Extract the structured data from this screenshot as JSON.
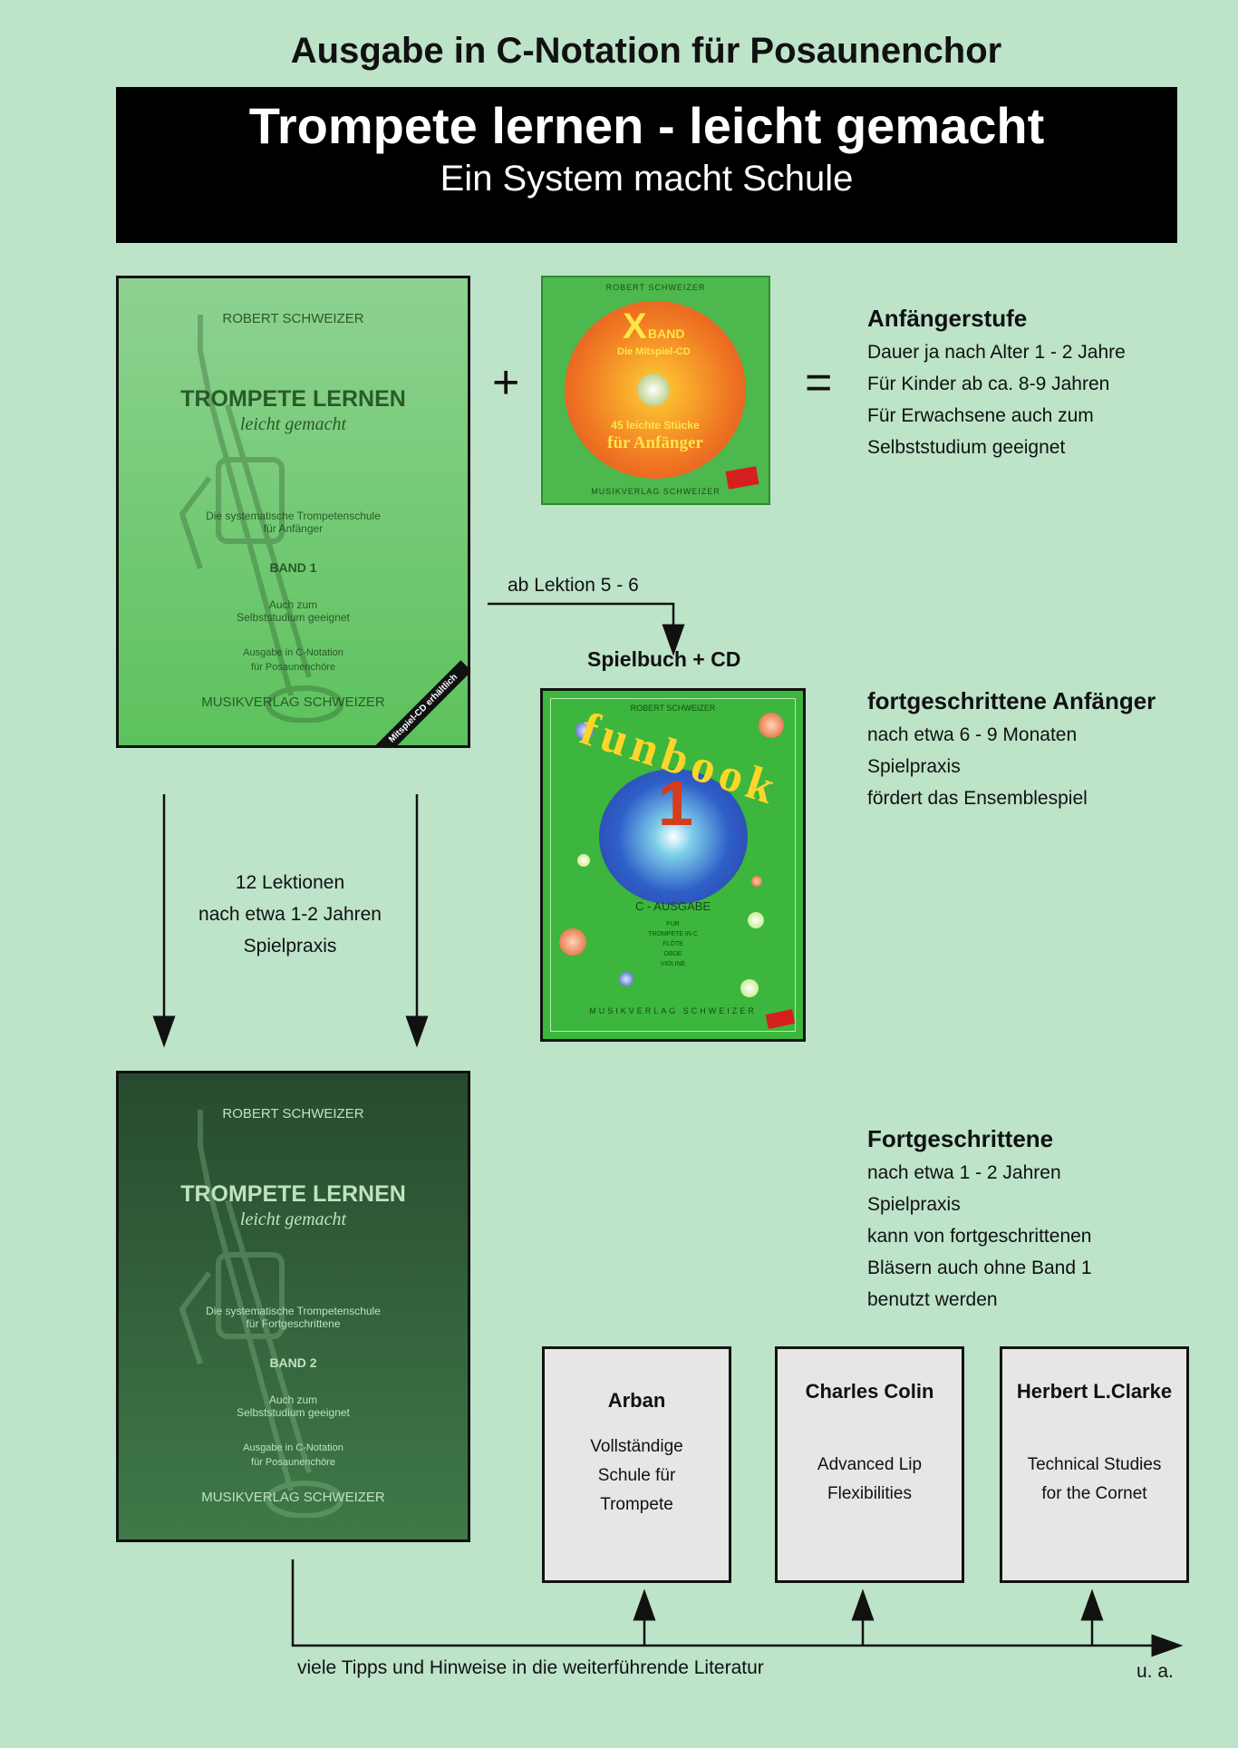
{
  "header": {
    "subtitle": "Ausgabe in C-Notation für Posaunenchor",
    "title": "Trompete lernen - leicht gemacht",
    "tagline": "Ein System macht Schule"
  },
  "book1": {
    "author": "ROBERT SCHWEIZER",
    "title": "TROMPETE LERNEN",
    "subtitle": "leicht gemacht",
    "description": "Die systematische Trompetenschule\nfür Anfänger",
    "band": "BAND 1",
    "note": "Auch zum\nSelbststudium geeignet",
    "edition": "Ausgabe in C-Notation\nfür Posaunenchöre",
    "publisher": "MUSIKVERLAG SCHWEIZER",
    "ribbon": "Mitspiel-CD erhältlich"
  },
  "operators": {
    "plus": "+",
    "equals": "="
  },
  "cd": {
    "author": "ROBERT SCHWEIZER",
    "brand_x": "X",
    "brand_band": "BAND",
    "line1": "Die Mitspiel-CD",
    "line2": "45 leichte Stücke",
    "line3": "für Anfänger",
    "publisher": "MUSIKVERLAG SCHWEIZER"
  },
  "stage1": {
    "heading": "Anfängerstufe",
    "lines": [
      "Dauer ja nach Alter 1 - 2 Jahre",
      "Für Kinder ab ca. 8-9 Jahren",
      "Für Erwachsene auch zum",
      "Selbststudium geeignet"
    ]
  },
  "flow": {
    "from_lesson": "ab Lektion 5 - 6",
    "spielbuch": "Spielbuch + CD",
    "lessons": [
      "12  Lektionen",
      "nach etwa 1-2 Jahren",
      "Spielpraxis"
    ],
    "literature": "viele Tipps und Hinweise in die weiterführende Literatur",
    "ua": "u. a."
  },
  "funbook": {
    "author": "ROBERT SCHWEIZER",
    "word": "funbook",
    "number": "1",
    "caption": "C - AUSGABE",
    "small": "FÜR\nTROMPETE IN C\nFLÖTE\nOBOE\nVIOLINE",
    "publisher": "MUSIKVERLAG SCHWEIZER"
  },
  "stage2": {
    "heading": "fortgeschrittene Anfänger",
    "lines": [
      "nach etwa 6 - 9 Monaten",
      "Spielpraxis",
      "fördert das Ensemblespiel"
    ]
  },
  "book2": {
    "author": "ROBERT SCHWEIZER",
    "title": "TROMPETE LERNEN",
    "subtitle": "leicht gemacht",
    "description": "Die systematische Trompetenschule\nfür Fortgeschrittene",
    "band": "BAND 2",
    "note": "Auch zum\nSelbststudium geeignet",
    "edition": "Ausgabe in C-Notation\nfür Posaunenchöre",
    "publisher": "MUSIKVERLAG SCHWEIZER"
  },
  "stage3": {
    "heading": "Fortgeschrittene",
    "lines": [
      "nach etwa 1 - 2 Jahren",
      "Spielpraxis",
      "kann von fortgeschrittenen",
      "Bläsern auch ohne Band 1",
      "benutzt werden"
    ]
  },
  "literature": [
    {
      "title": "Arban",
      "desc": "Vollständige\nSchule für\nTrompete"
    },
    {
      "title": "Charles Colin",
      "desc": "Advanced Lip\nFlexibilities"
    },
    {
      "title": "Herbert L.Clarke",
      "desc": "Technical Studies\nfor the Cornet"
    }
  ],
  "colors": {
    "background": "#bde3c9",
    "banner": "#000000",
    "box": "#e6e6e6"
  }
}
